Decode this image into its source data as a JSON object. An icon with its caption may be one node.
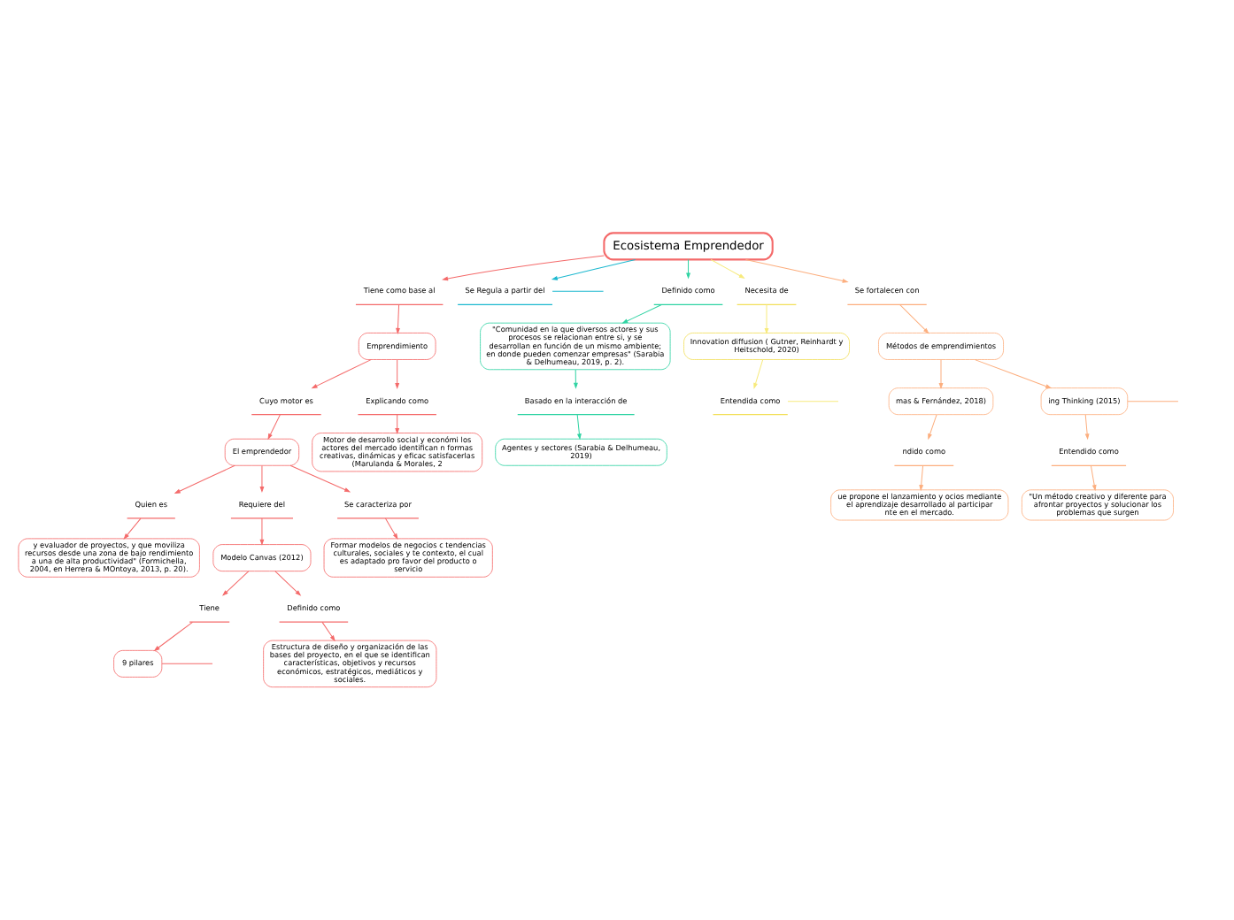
{
  "diagram": {
    "nodes": [
      {
        "text": [
          "Ecosistema Emprendedor"
        ]
      },
      {
        "text": [
          "Tiene como base al"
        ]
      },
      {
        "text": [
          "Emprendimiento"
        ]
      },
      {
        "text": [
          "Cuyo motor es"
        ]
      },
      {
        "text": [
          "El emprendedor"
        ]
      },
      {
        "text": [
          "Quien es"
        ]
      },
      {
        "text": [
          "y evaluador de proyectos, y que moviliza recursos desde una zona de bajo rendimiento a una de alta productividad\" (Formichella, 2004, en Herrera & MOntoya, 2013, p. 20)."
        ]
      },
      {
        "text": [
          "Requiere del"
        ]
      },
      {
        "text": [
          "Modelo Canvas (2012)"
        ]
      },
      {
        "text": [
          "Tiene"
        ]
      },
      {
        "text": [
          "9 pilares"
        ]
      },
      {
        "text": [
          "Definido como"
        ]
      },
      {
        "text": [
          "Estructura de diseño y organización de las bases del proyecto, en el que se identifican características, objetivos y recursos económicos, estratégicos, mediáticos y sociales."
        ]
      },
      {
        "text": [
          "Se caracteriza por"
        ]
      },
      {
        "text": [
          "Formar modelos de negocios c tendencias culturales, sociales y te contexto, el cual es adaptado pro favor del producto o servicio"
        ]
      },
      {
        "text": [
          "Explicando como"
        ]
      },
      {
        "text": [
          "Motor de desarrollo social y económi los actores del mercado identifican n formas creativas, dinámicas y eficac satisfacerlas (Marulanda & Morales, 2"
        ]
      },
      {
        "text": [
          "Se Regula a partir del"
        ]
      },
      {
        "text": [
          "Definido como"
        ]
      },
      {
        "text": [
          "\"Comunidad en la que diversos actores y sus procesos se relacionan entre si, y se desarrollan en función de un mismo ambiente; en donde pueden comenzar empresas\" (Sarabia & Delhumeau, 2019, p. 2)."
        ]
      },
      {
        "text": [
          "Basado en la interacción de"
        ]
      },
      {
        "text": [
          "Agentes y sectores (Sarabia & Delhumeau, 2019)"
        ]
      },
      {
        "text": [
          "Necesita de"
        ]
      },
      {
        "text": [
          "Innovation diffusion ( Gutner, Reinhardt y Heitschold, 2020)"
        ]
      },
      {
        "text": [
          "Entendida como"
        ]
      },
      {
        "text": [
          "Se fortalecen con"
        ]
      },
      {
        "text": [
          "Métodos de emprendimientos"
        ]
      },
      {
        "text": [
          "mas & Fernández, 2018)"
        ]
      },
      {
        "text": [
          "ndido como"
        ]
      },
      {
        "text": [
          "ue propone el lanzamiento y ocios mediante el aprendizaje desarrollado al participar nte en el mercado."
        ]
      },
      {
        "text": [
          "ing Thinking (2015)"
        ]
      },
      {
        "text": [
          "Entendido como"
        ]
      },
      {
        "text": [
          "\"Un método creativo y diferente para afrontar proyectos y solucionar los problemas que surgen"
        ]
      }
    ],
    "edges": [
      {
        "from": 0,
        "to": 1,
        "arrow": "to"
      },
      {
        "from": 1,
        "to": 2,
        "arrow": "to"
      },
      {
        "from": 2,
        "to": 3,
        "arrow": "to"
      },
      {
        "from": 3,
        "to": 4,
        "arrow": "to"
      },
      {
        "from": 4,
        "to": 5,
        "arrow": "to"
      },
      {
        "from": 5,
        "to": 6,
        "arrow": "to"
      },
      {
        "from": 4,
        "to": 7,
        "arrow": "to"
      },
      {
        "from": 7,
        "to": 8,
        "arrow": "to"
      },
      {
        "from": 8,
        "to": 9,
        "arrow": "to"
      },
      {
        "from": 9,
        "to": 10,
        "arrow": "to"
      },
      {
        "from": 10,
        "to": null,
        "arrow": "none"
      },
      {
        "from": 8,
        "to": 11,
        "arrow": "to"
      },
      {
        "from": 11,
        "to": 12,
        "arrow": "to"
      },
      {
        "from": 4,
        "to": 13,
        "arrow": "to"
      },
      {
        "from": 13,
        "to": 14,
        "arrow": "to"
      },
      {
        "from": 2,
        "to": 15,
        "arrow": "to"
      },
      {
        "from": 15,
        "to": 16,
        "arrow": "to"
      },
      {
        "from": 0,
        "to": 17,
        "arrow": "to",
        "color": "#1cb8cf"
      },
      {
        "from": 17,
        "to": null,
        "arrow": "none",
        "color": "#1cb8cf"
      },
      {
        "from": 0,
        "to": 18,
        "arrow": "to",
        "color": "#2ed3a2"
      },
      {
        "from": 18,
        "to": 19,
        "arrow": "to",
        "color": "#2ed3a2"
      },
      {
        "from": 19,
        "to": 20,
        "arrow": "to",
        "color": "#2ed3a2"
      },
      {
        "from": 20,
        "to": 21,
        "arrow": "to",
        "color": "#2ed3a2"
      },
      {
        "from": 0,
        "to": 22,
        "arrow": "to",
        "color": "#f7ea7c"
      },
      {
        "from": 22,
        "to": 23,
        "arrow": "to",
        "color": "#f7ea7c"
      },
      {
        "from": 23,
        "to": 24,
        "arrow": "to",
        "color": "#f7ea7c"
      },
      {
        "from": 24,
        "to": null,
        "arrow": "none",
        "color": "#f7ea7c"
      },
      {
        "from": 0,
        "to": 25,
        "arrow": "to",
        "color": "#fcae7e"
      },
      {
        "from": 25,
        "to": 26,
        "arrow": "to",
        "color": "#fcae7e"
      },
      {
        "from": 26,
        "to": 27,
        "arrow": "to",
        "color": "#fcae7e"
      },
      {
        "from": 27,
        "to": 28,
        "arrow": "to",
        "color": "#fcae7e"
      },
      {
        "from": 28,
        "to": 29,
        "arrow": "to",
        "color": "#fcae7e"
      },
      {
        "from": 26,
        "to": 30,
        "arrow": "to",
        "color": "#fcae7e"
      },
      {
        "from": 30,
        "to": 31,
        "arrow": "to",
        "color": "#fcae7e"
      },
      {
        "from": 31,
        "to": 32,
        "arrow": "to",
        "color": "#fcae7e"
      },
      {
        "from": 30,
        "to": null,
        "arrow": "none",
        "color": "#fcae7e"
      }
    ]
  }
}
